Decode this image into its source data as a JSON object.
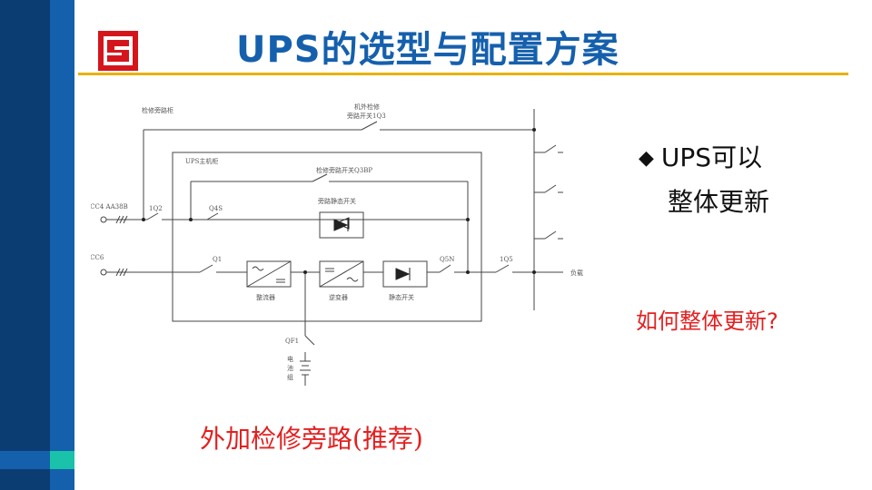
{
  "slide": {
    "title": "UPS的选型与配置方案",
    "bullet_symbol": "◆",
    "bullet_line1": "UPS可以",
    "bullet_line2": "整体更新",
    "question": "如何整体更新?",
    "caption": "外加检修旁路(推荐)"
  },
  "colors": {
    "brand_blue": "#1560ad",
    "dark_blue": "#0b3d73",
    "accent_teal": "#19c2a8",
    "rule_gold": "#e6b200",
    "logo_red": "#d4161c",
    "emphasis_red": "#e32020"
  },
  "diagram": {
    "labels": {
      "maint_bypass_cabinet": "检修旁路柜",
      "ext_switch_line1": "机外检修",
      "ext_switch_line2": "旁路开关1Q3",
      "ups_main_cabinet": "UPS主机柜",
      "int_bypass_switch": "检修旁路开关Q3BP",
      "bypass_static_switch": "旁路静态开关",
      "input1": "MCC4 AA38B",
      "input2": "MCC6",
      "sw_1q2": "1Q2",
      "sw_q4s": "Q4S",
      "sw_q1": "Q1",
      "sw_q5n": "Q5N",
      "sw_1q5": "1Q5",
      "load": "负载",
      "rectifier": "整流器",
      "inverter": "逆变器",
      "static_switch": "静态开关",
      "qf1": "QF1",
      "battery_1": "电",
      "battery_2": "池",
      "battery_3": "组"
    }
  }
}
